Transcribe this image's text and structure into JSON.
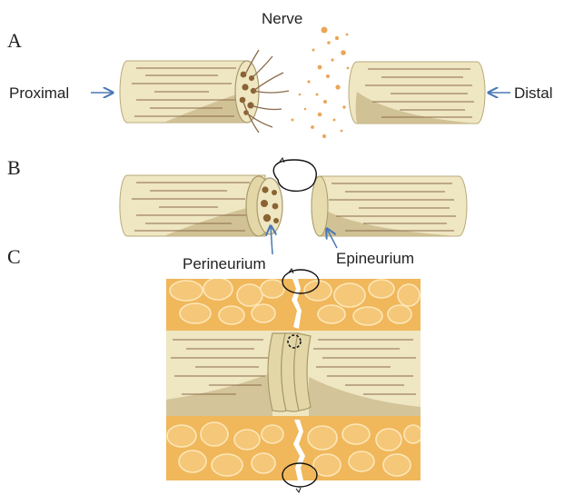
{
  "panels": {
    "a": "A",
    "b": "B",
    "c": "C"
  },
  "labels": {
    "nerve": "Nerve",
    "proximal": "Proximal",
    "distal": "Distal",
    "perineurium": "Perineurium",
    "epineurium": "Epineurium"
  },
  "colors": {
    "nerve_fill": "#efe6c2",
    "nerve_shadow": "#c9b98b",
    "fiber_line": "#8b6a4a",
    "fascicle": "#8a6233",
    "particle": "#e8973a",
    "fat_bg": "#f0b75b",
    "fat_cell": "#f5c778",
    "fat_outline": "#fde7b8",
    "arrow": "#4a78b5"
  }
}
